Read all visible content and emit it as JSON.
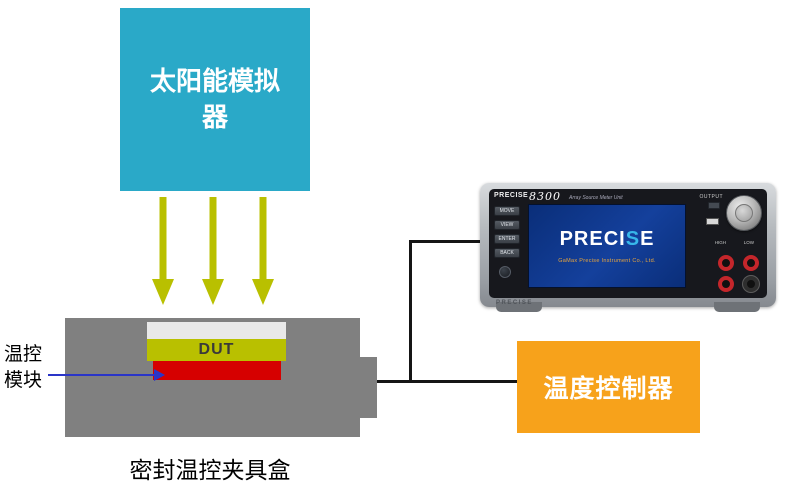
{
  "solar": {
    "label": "太阳能模拟器"
  },
  "fixture": {
    "dut_label": "DUT",
    "caption": "密封温控夹具盒",
    "module_label": [
      "温控",
      "模块"
    ]
  },
  "controller": {
    "label": "温度控制器"
  },
  "instrument": {
    "brand": "PRECISE",
    "model": "8300",
    "model_subtitle": "Array Source Meter Unit",
    "buttons": [
      "MOVE",
      "VIEW",
      "ENTER",
      "BACK"
    ],
    "screen": {
      "brand_left": "PRECI",
      "brand_accent": "S",
      "brand_right": "E",
      "subtitle": "GaMax Precise Instrument Co., Ltd."
    },
    "output_label": "OUTPUT",
    "terminal_labels": [
      "HIGH",
      "LOW"
    ],
    "body_brand": "PRECISE"
  },
  "colors": {
    "solar_box": "#2aa9c8",
    "arrow": "#b9c000",
    "fixture": "#808080",
    "glass_layer": "#e9e9e9",
    "dut_layer": "#b9c000",
    "heater_layer": "#d60000",
    "controller_box": "#f7a21b",
    "pointer_arrow": "#2a35c8",
    "wire": "#151515"
  }
}
